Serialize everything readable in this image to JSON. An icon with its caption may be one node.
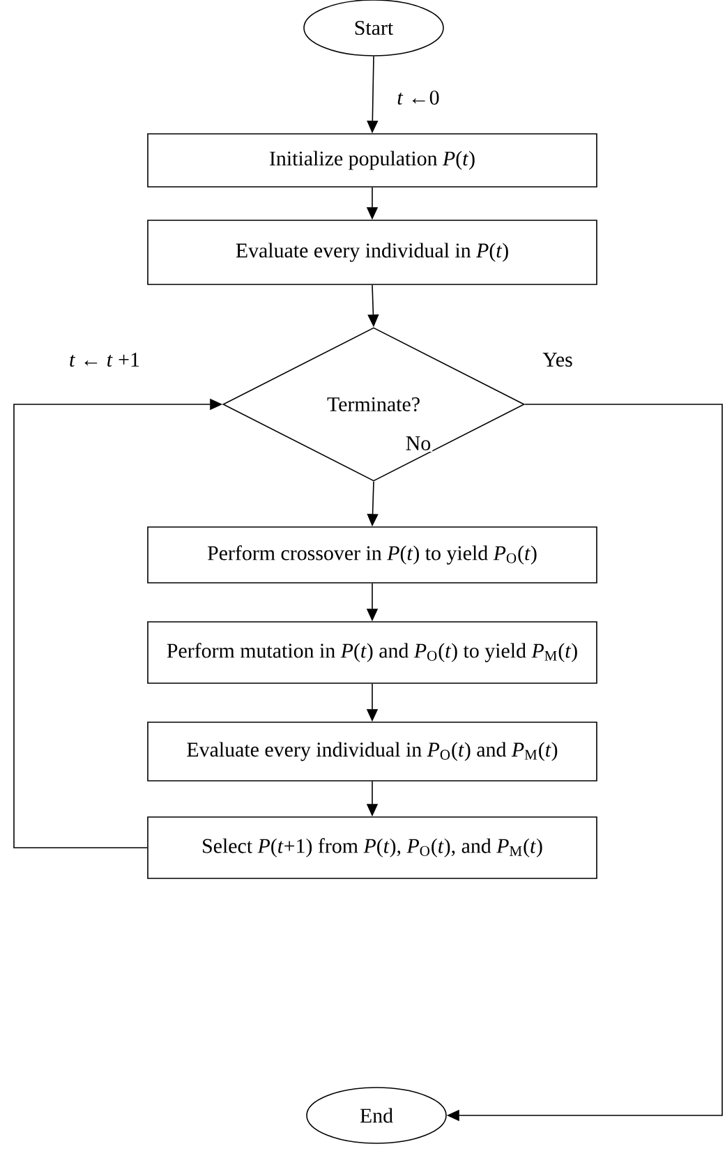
{
  "diagram": {
    "nodes": [
      {
        "text": [
          "Start"
        ]
      },
      {
        "text": [
          "Initialize population *P*(*t*)"
        ]
      },
      {
        "text": [
          "Evaluate every individual in *P*(*t*)"
        ]
      },
      {
        "text": [
          "Terminate?"
        ]
      },
      {
        "text": [
          "Perform crossover in *P*(*t*) to yield *P*$_{O}$(*t*)"
        ]
      },
      {
        "text": [
          "Perform mutation in *P*(*t*) and *P*$_{O}$(*t*) to yield *P*$_{M}$(*t*)"
        ]
      },
      {
        "text": [
          "Evaluate every individual in *P*$_{O}$(*t*) and *P*$_{M}$(*t*)"
        ]
      },
      {
        "text": [
          "Select *P*(*t*+1) from *P*(*t*), *P*$_{O}$(*t*), and *P*$_{M}$(*t*)"
        ]
      },
      {
        "text": [
          "End"
        ]
      }
    ],
    "edges": [
      {
        "from": 0,
        "to": 1,
        "arrow": "to",
        "label": "*t* ←0"
      },
      {
        "from": 1,
        "to": 2,
        "arrow": "to"
      },
      {
        "from": 2,
        "to": 3,
        "arrow": "to"
      },
      {
        "from": 3,
        "to": 4,
        "arrow": "to",
        "label": "No"
      },
      {
        "from": 4,
        "to": 5,
        "arrow": "to"
      },
      {
        "from": 5,
        "to": 6,
        "arrow": "to"
      },
      {
        "from": 6,
        "to": 7,
        "arrow": "to"
      },
      {
        "from": 7,
        "to": 3,
        "arrow": "to",
        "label": "*t* ← *t* +1"
      },
      {
        "from": 3,
        "to": 8,
        "arrow": "to",
        "label": "Yes"
      }
    ]
  }
}
